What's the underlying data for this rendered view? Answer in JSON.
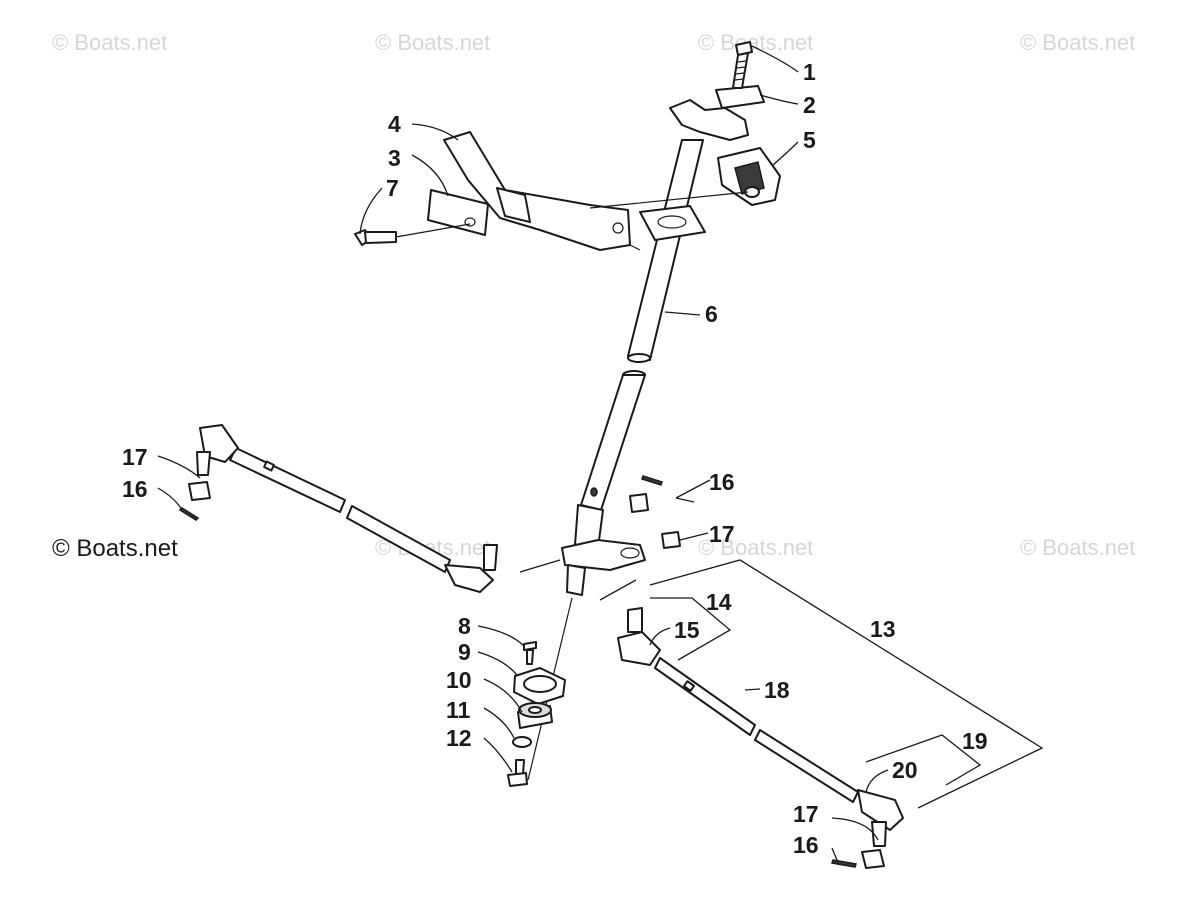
{
  "watermarks": {
    "text": "© Boats.net"
  },
  "diagram": {
    "callouts": [
      {
        "id": "c1",
        "label": "1"
      },
      {
        "id": "c2",
        "label": "2"
      },
      {
        "id": "c3",
        "label": "3"
      },
      {
        "id": "c4",
        "label": "4"
      },
      {
        "id": "c5",
        "label": "5"
      },
      {
        "id": "c6",
        "label": "6"
      },
      {
        "id": "c7",
        "label": "7"
      },
      {
        "id": "c8",
        "label": "8"
      },
      {
        "id": "c9",
        "label": "9"
      },
      {
        "id": "c10",
        "label": "10"
      },
      {
        "id": "c11",
        "label": "11"
      },
      {
        "id": "c12",
        "label": "12"
      },
      {
        "id": "c13",
        "label": "13"
      },
      {
        "id": "c14",
        "label": "14"
      },
      {
        "id": "c15",
        "label": "15"
      },
      {
        "id": "c16a",
        "label": "16"
      },
      {
        "id": "c16b",
        "label": "16"
      },
      {
        "id": "c16c",
        "label": "16"
      },
      {
        "id": "c17a",
        "label": "17"
      },
      {
        "id": "c17b",
        "label": "17"
      },
      {
        "id": "c17c",
        "label": "17"
      },
      {
        "id": "c18",
        "label": "18"
      },
      {
        "id": "c19",
        "label": "19"
      },
      {
        "id": "c20",
        "label": "20"
      }
    ]
  }
}
